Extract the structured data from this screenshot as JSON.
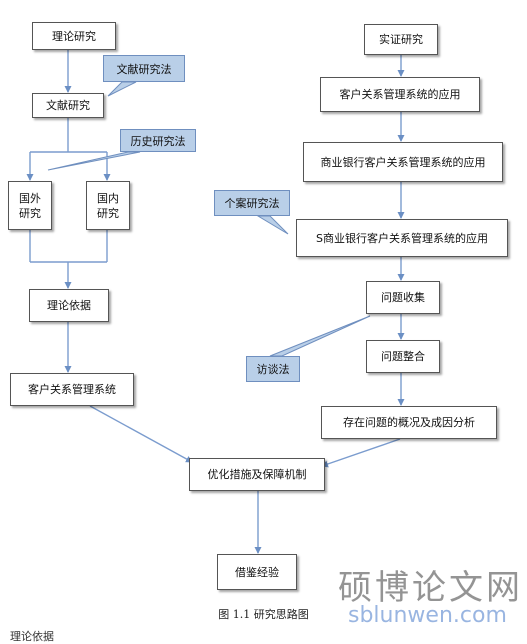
{
  "nodes": {
    "theory_research": "理论研究",
    "literature_research": "文献研究",
    "foreign_research": "国外研究",
    "domestic_research": "国内研究",
    "theory_basis": "理论依据",
    "crm_system": "客户关系管理系统",
    "empirical_research": "实证研究",
    "crm_application": "客户关系管理系统的应用",
    "bank_crm_application": "商业银行客户关系管理系统的应用",
    "s_bank_crm_application": "S商业银行客户关系管理系统的应用",
    "problem_collection": "问题收集",
    "problem_integration": "问题整合",
    "problem_analysis": "存在问题的概况及成因分析",
    "optimization_measures": "优化措施及保障机制",
    "reference_experience": "借鉴经验"
  },
  "callouts": {
    "literature_method": "文献研究法",
    "history_method": "历史研究法",
    "case_method": "个案研究法",
    "interview_method": "访谈法"
  },
  "caption": "图 1.1  研究思路图",
  "watermark": {
    "cn": "硕博论文网",
    "en": "sblunwen.com"
  },
  "bottom_fragment": "理论依据"
}
